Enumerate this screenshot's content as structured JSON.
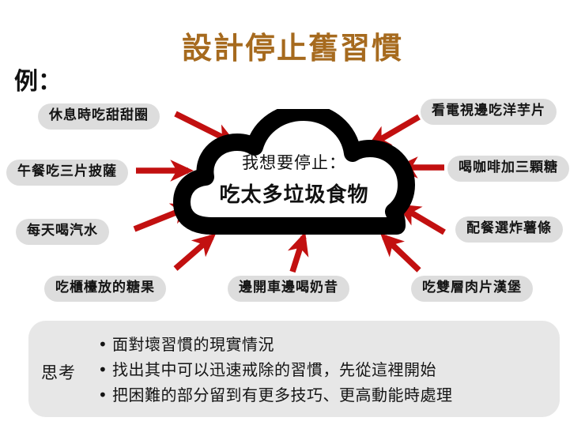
{
  "slide": {
    "title": "設計停止舊習慣",
    "title_color": "#a66a1e",
    "example_label": "例：",
    "background_color": "#ffffff"
  },
  "cloud": {
    "line1": "我想要停止：",
    "line2": "吃太多垃圾食物",
    "outline_color": "#000000",
    "fill_color": "#ffffff"
  },
  "arrow_color": "#c21010",
  "pill_color": "#dddddd",
  "habits": {
    "left": [
      {
        "id": "donut",
        "label": "休息時吃甜甜圈"
      },
      {
        "id": "pizza",
        "label": "午餐吃三片披薩"
      },
      {
        "id": "soda",
        "label": "每天喝汽水"
      },
      {
        "id": "candy",
        "label": "吃櫃檯放的糖果"
      }
    ],
    "right": [
      {
        "id": "chips",
        "label": "看電視邊吃洋芋片"
      },
      {
        "id": "coffee",
        "label": "喝咖啡加三顆糖"
      },
      {
        "id": "fries",
        "label": "配餐選炸薯條"
      },
      {
        "id": "burger",
        "label": "吃雙層肉片漢堡"
      }
    ],
    "bottom": [
      {
        "id": "milkshake",
        "label": "邊開車邊喝奶昔"
      }
    ]
  },
  "think": {
    "label": "思考",
    "bullet_glyph": "•",
    "panel_color": "#e7e7e7",
    "items": [
      "面對壞習慣的現實情況",
      "找出其中可以迅速戒除的習慣，先從這裡開始",
      "把困難的部分留到有更多技巧、更高動能時處理"
    ]
  }
}
